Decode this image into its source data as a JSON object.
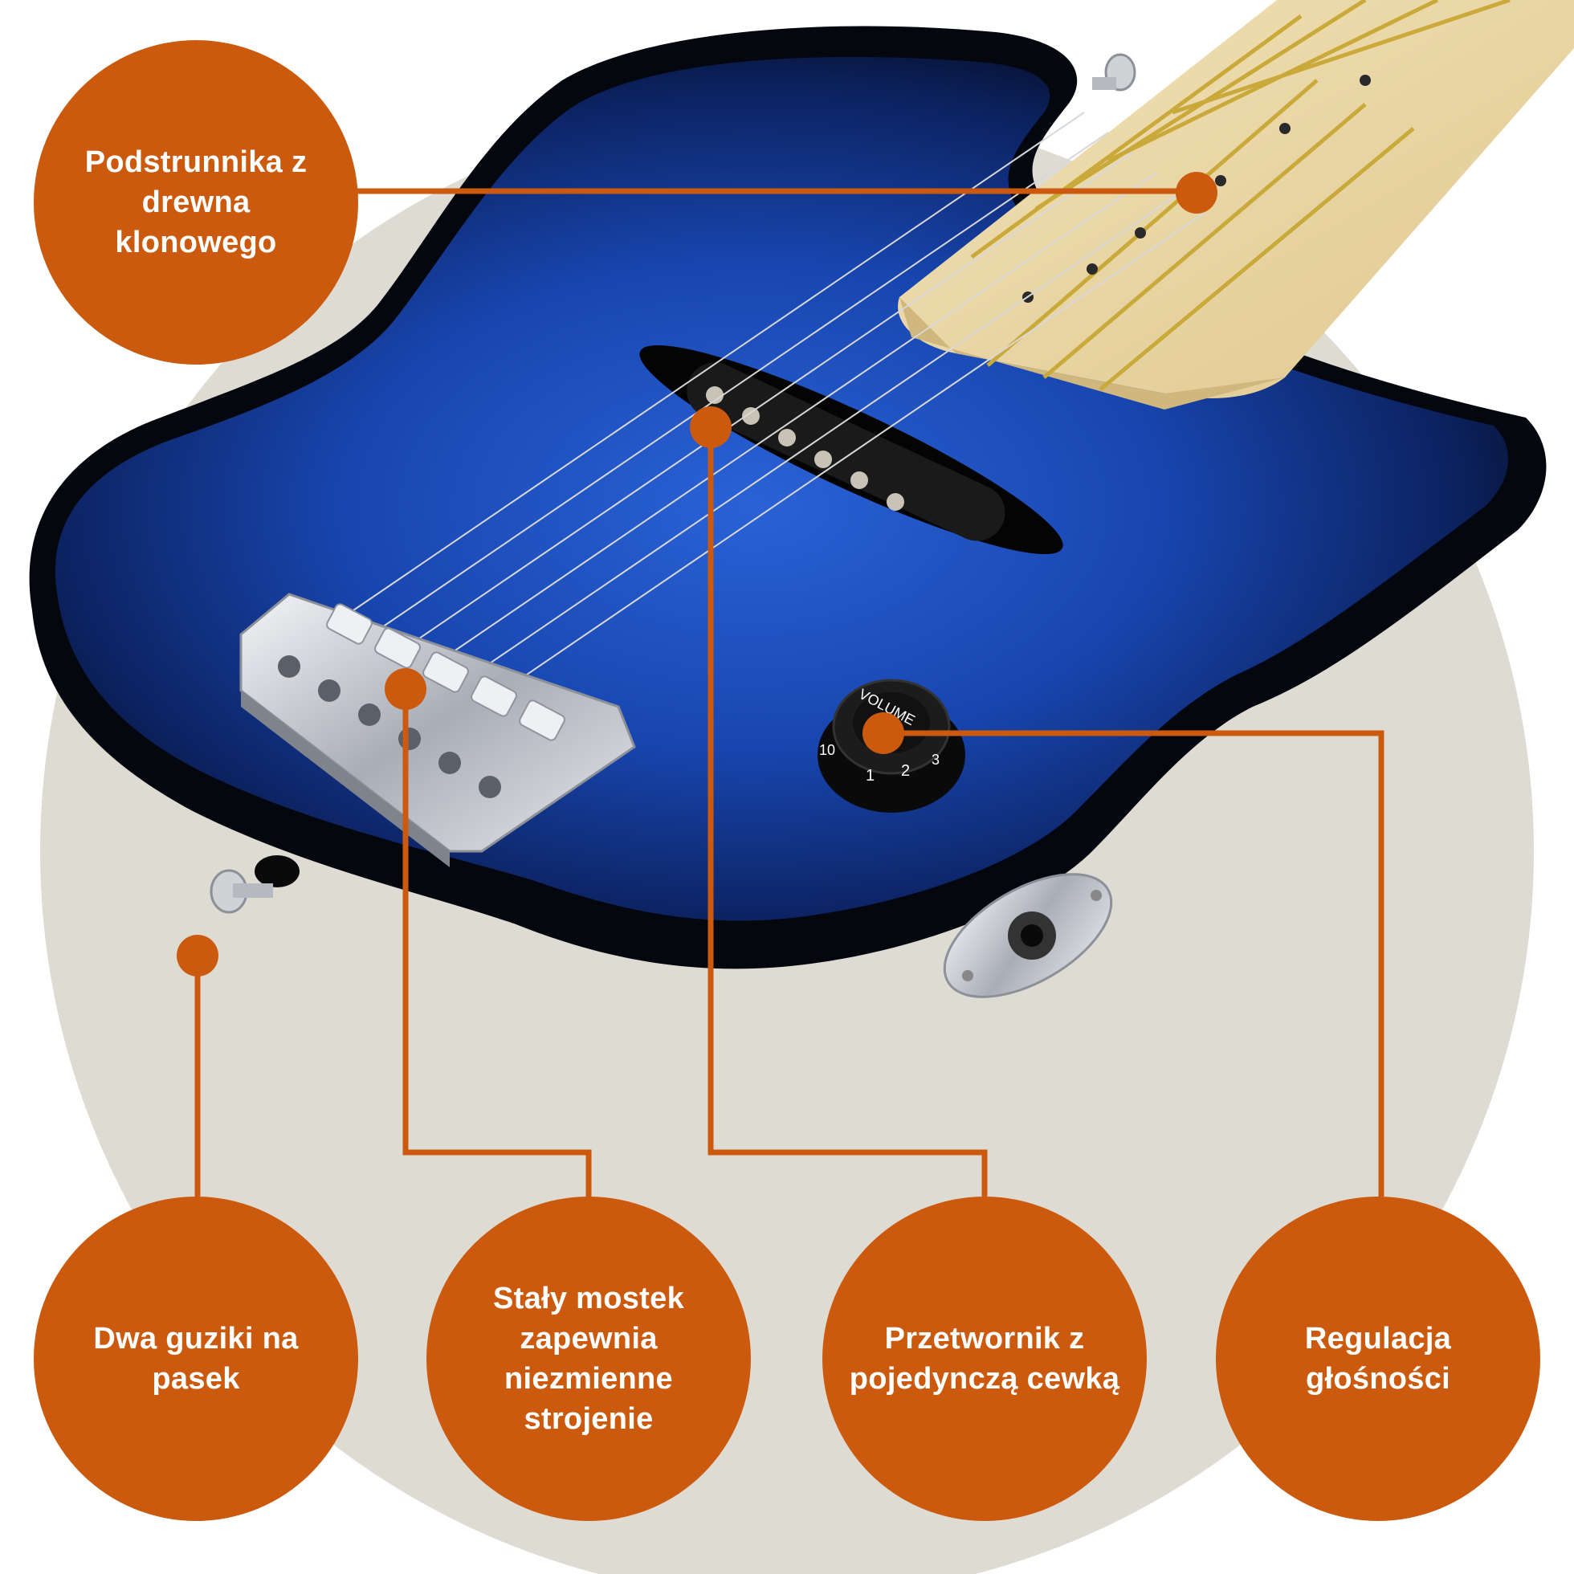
{
  "colors": {
    "accent": "#CC5A0E",
    "backdrop": "#DEDBD3",
    "guitar_body": "#1A45B0",
    "guitar_edge": "#05070F",
    "fretboard": "#EAD7A7",
    "frets": "#C9A93A",
    "chrome": "#D4D6DC"
  },
  "callouts": {
    "fretboard": "Podstrunnika z\ndrewna klonowego",
    "strap_buttons": "Dwa guziki na pasek",
    "bridge": "Stały mostek\nzapewnia niezmienne\nstrojenie",
    "pickup": "Przetwornik z\npojedynczą cewką",
    "volume": "Regulacja\ngłośności"
  },
  "knob": {
    "label": "VOLUME",
    "scale": [
      "10",
      "1",
      "2",
      "3"
    ]
  }
}
